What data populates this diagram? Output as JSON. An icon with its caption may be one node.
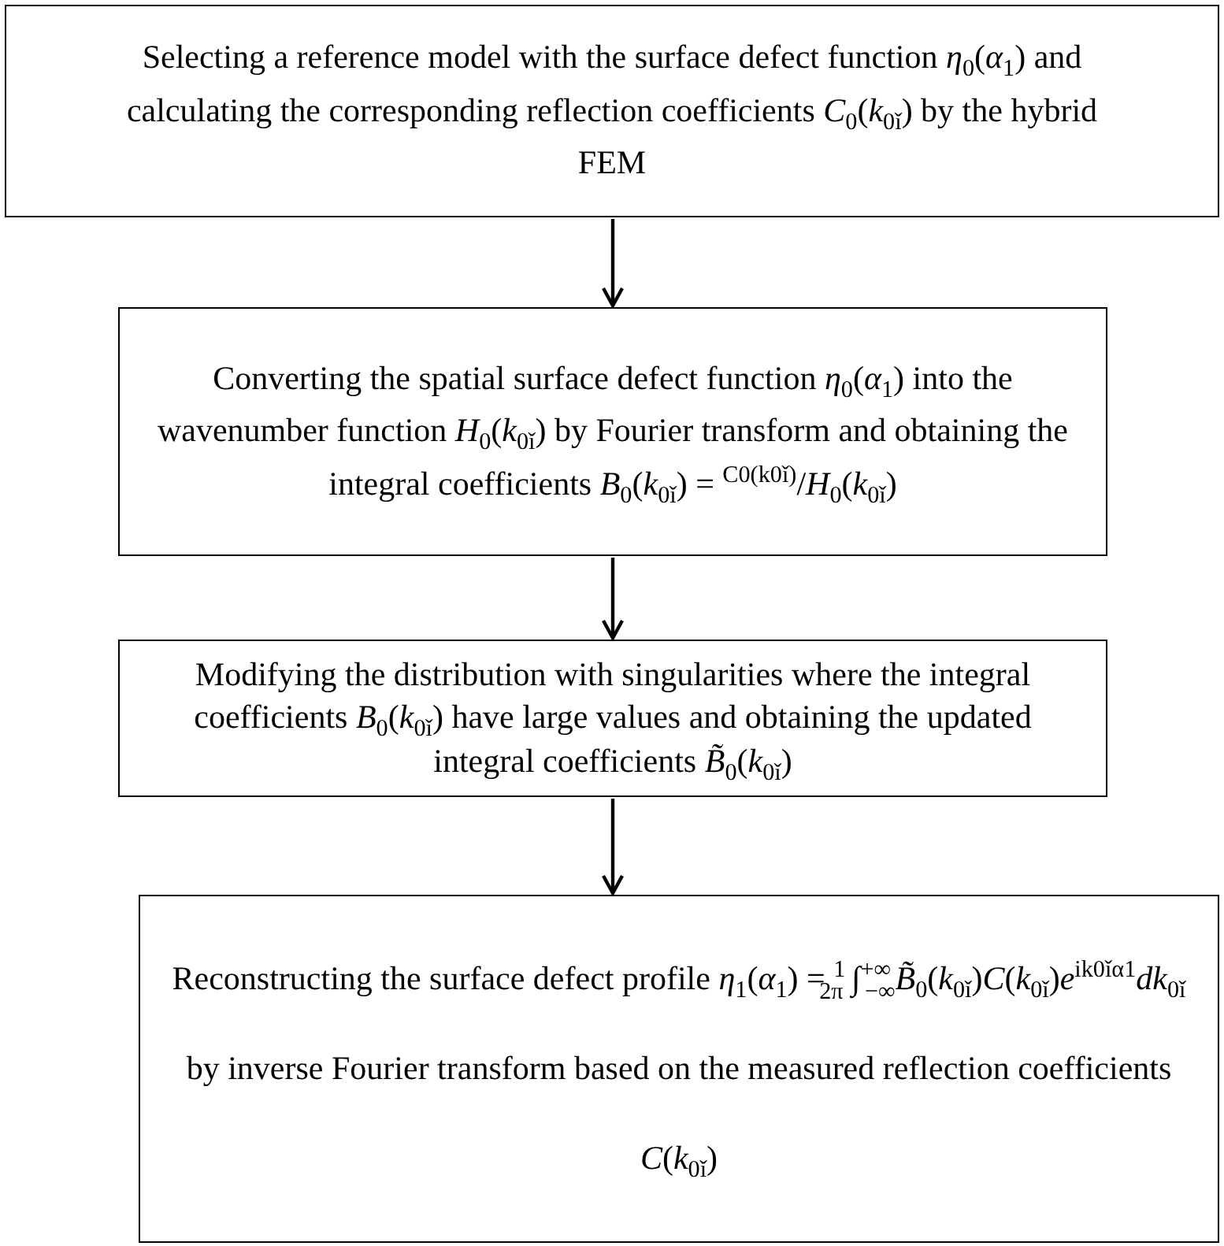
{
  "diagram": {
    "nodes": [
      {
        "text": [
          "Selecting a reference model with the surface defect function *η*$_{0}$(*α*$_{1}$) and calculating the corresponding reflection coefficients *C*$_{0}$(*k*$_{0ǐ}$) by the hybrid FEM"
        ]
      },
      {
        "text": [
          "Converting the spatial surface defect function *η*$_{0}$(*α*$_{1}$) into the wavenumber function *H*$_{0}$(*k*$_{0ǐ}$) by Fourier transform and obtaining the integral coefficients *B*$_{0}$(*k*$_{0ǐ}$) = $^{C0(k0ǐ)}$/*H*$_{0}$(*k*$_{0ǐ}$)"
        ]
      },
      {
        "text": [
          "Modifying the distribution with singularities where the integral coefficients *B*$_{0}$(*k*$_{0ǐ}$) have large values and obtaining the updated integral coefficients *B̃*$_{0}$(*k*$_{0ǐ}$)"
        ]
      },
      {
        "text": [
          "Reconstructing the surface defect profile *η*$_{1}$(*α*$_{1}$) = $^{1}$$_{2π}$ ∫$^{+∞}$$_{−∞}$*B̃*$_{0}$(*k*$_{0ǐ}$)*C*(*k*$_{0ǐ}$)*e*$^{ik0ǐα1}$*dk*$_{0ǐ}$ by inverse Fourier transform based on the measured reflection coefficients *C*(*k*$_{0ǐ}$)"
        ]
      }
    ],
    "edges": [
      {
        "from": 0,
        "to": 1,
        "arrow": "to"
      },
      {
        "from": 1,
        "to": 2,
        "arrow": "to"
      },
      {
        "from": 2,
        "to": 3,
        "arrow": "to"
      }
    ]
  }
}
